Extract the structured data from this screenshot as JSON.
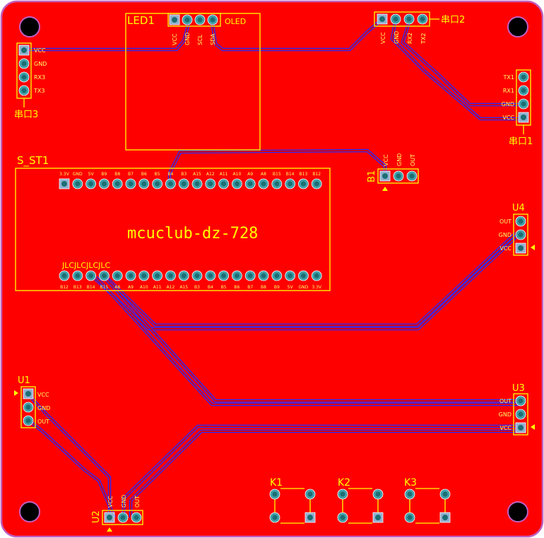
{
  "board": {
    "title": "mcuclub-dz-728",
    "colors": {
      "copper": "#ff0000",
      "silkscreen": "#ffff00",
      "trace": "#2a2aff",
      "edge": "#c060c0"
    }
  },
  "components": {
    "led1": {
      "ref": "LED1",
      "name": "OLED",
      "pins": [
        "VCC",
        "GND",
        "SCL",
        "SDA"
      ]
    },
    "uart2": {
      "ref": "串口2",
      "pins": [
        "VCC",
        "GND",
        "RX2",
        "TX2"
      ]
    },
    "uart3": {
      "ref": "串口3",
      "pins": [
        "VCC",
        "GND",
        "RX3",
        "TX3"
      ]
    },
    "uart1": {
      "ref": "串口1",
      "pins": [
        "TX1",
        "RX1",
        "GND",
        "VCC"
      ]
    },
    "s_st1": {
      "ref": "S_ST1",
      "top_pins": [
        "3.3V",
        "GND",
        "5V",
        "B9",
        "B8",
        "B7",
        "B6",
        "B5",
        "B4",
        "B3",
        "A15",
        "A12",
        "A11",
        "A10",
        "A9",
        "A8",
        "B15",
        "B14",
        "B13",
        "B12"
      ],
      "bottom_pins": [
        "B12",
        "B13",
        "B14",
        "B15",
        "A8",
        "A9",
        "A10",
        "A11",
        "A12",
        "A15",
        "B3",
        "B4",
        "B5",
        "B6",
        "B7",
        "B8",
        "B9",
        "5V",
        "GND",
        "3.3V"
      ],
      "jlc": "JLCJLCJLCJLC"
    },
    "b1": {
      "ref": "B1",
      "pins": [
        "VCC",
        "GND",
        "OUT"
      ]
    },
    "u4": {
      "ref": "U4",
      "pins": [
        "OUT",
        "GND",
        "VCC"
      ]
    },
    "u3": {
      "ref": "U3",
      "pins": [
        "OUT",
        "GND",
        "VCC"
      ]
    },
    "u1": {
      "ref": "U1",
      "pins": [
        "VCC",
        "GND",
        "OUT"
      ]
    },
    "u2": {
      "ref": "U2",
      "pins": [
        "VCC",
        "GND",
        "OUT"
      ]
    },
    "k1": {
      "ref": "K1"
    },
    "k2": {
      "ref": "K2"
    },
    "k3": {
      "ref": "K3"
    }
  }
}
